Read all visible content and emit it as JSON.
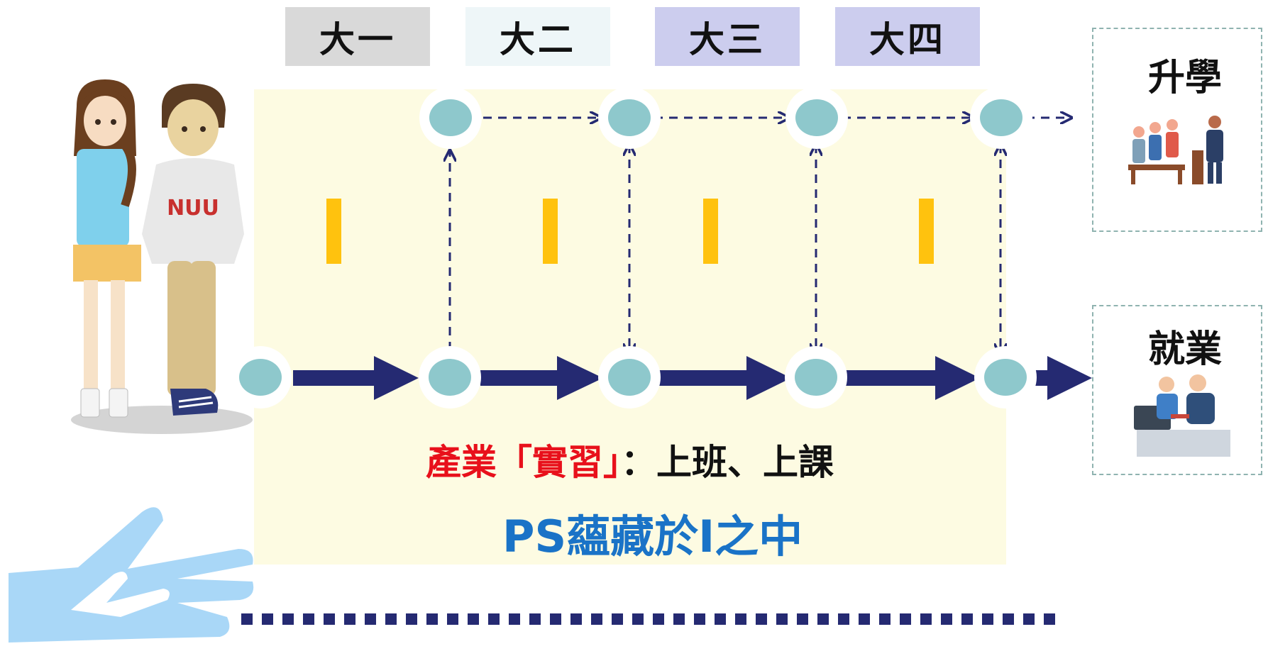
{
  "years": [
    "大一",
    "大二",
    "大三",
    "大四"
  ],
  "outcomes": {
    "further_study": "升學",
    "employment": "就業"
  },
  "caption": {
    "highlight": "產業「實習」",
    "rest": "：上班、上課"
  },
  "subcaption": "PS蘊藏於I之中",
  "student_shirt_text": "NUU",
  "colors": {
    "node": "#8ec8cc",
    "arrow": "#252a72",
    "marker": "#ffc20e",
    "panel": "#fdfbe2",
    "caption_highlight": "#e8101b",
    "subcaption": "#1a73c7"
  }
}
